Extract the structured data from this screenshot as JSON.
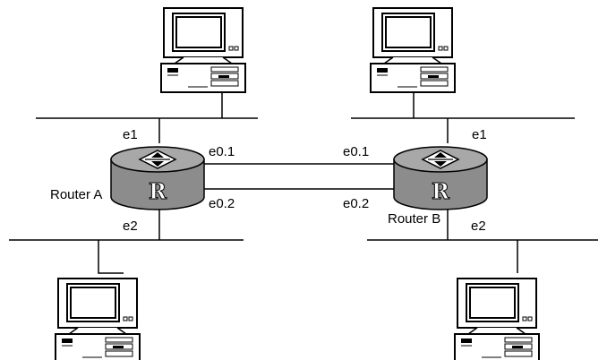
{
  "routers": [
    {
      "name": "Router A",
      "interfaces": {
        "upper_lan": "e1",
        "lower_lan": "e2",
        "link_1": "e0.1",
        "link_2": "e0.2"
      },
      "icon": "router-icon",
      "icon_letter": "R"
    },
    {
      "name": "Router B",
      "interfaces": {
        "upper_lan": "e1",
        "lower_lan": "e2",
        "link_1": "e0.1",
        "link_2": "e0.2"
      },
      "icon": "router-icon",
      "icon_letter": "R"
    }
  ],
  "hosts": [
    {
      "icon": "computer-icon"
    },
    {
      "icon": "computer-icon"
    },
    {
      "icon": "computer-icon"
    },
    {
      "icon": "computer-icon"
    }
  ],
  "colors": {
    "router_fill": "#8c8c8c",
    "router_top": "#a6a6a6",
    "line": "#000000",
    "background": "#ffffff"
  }
}
